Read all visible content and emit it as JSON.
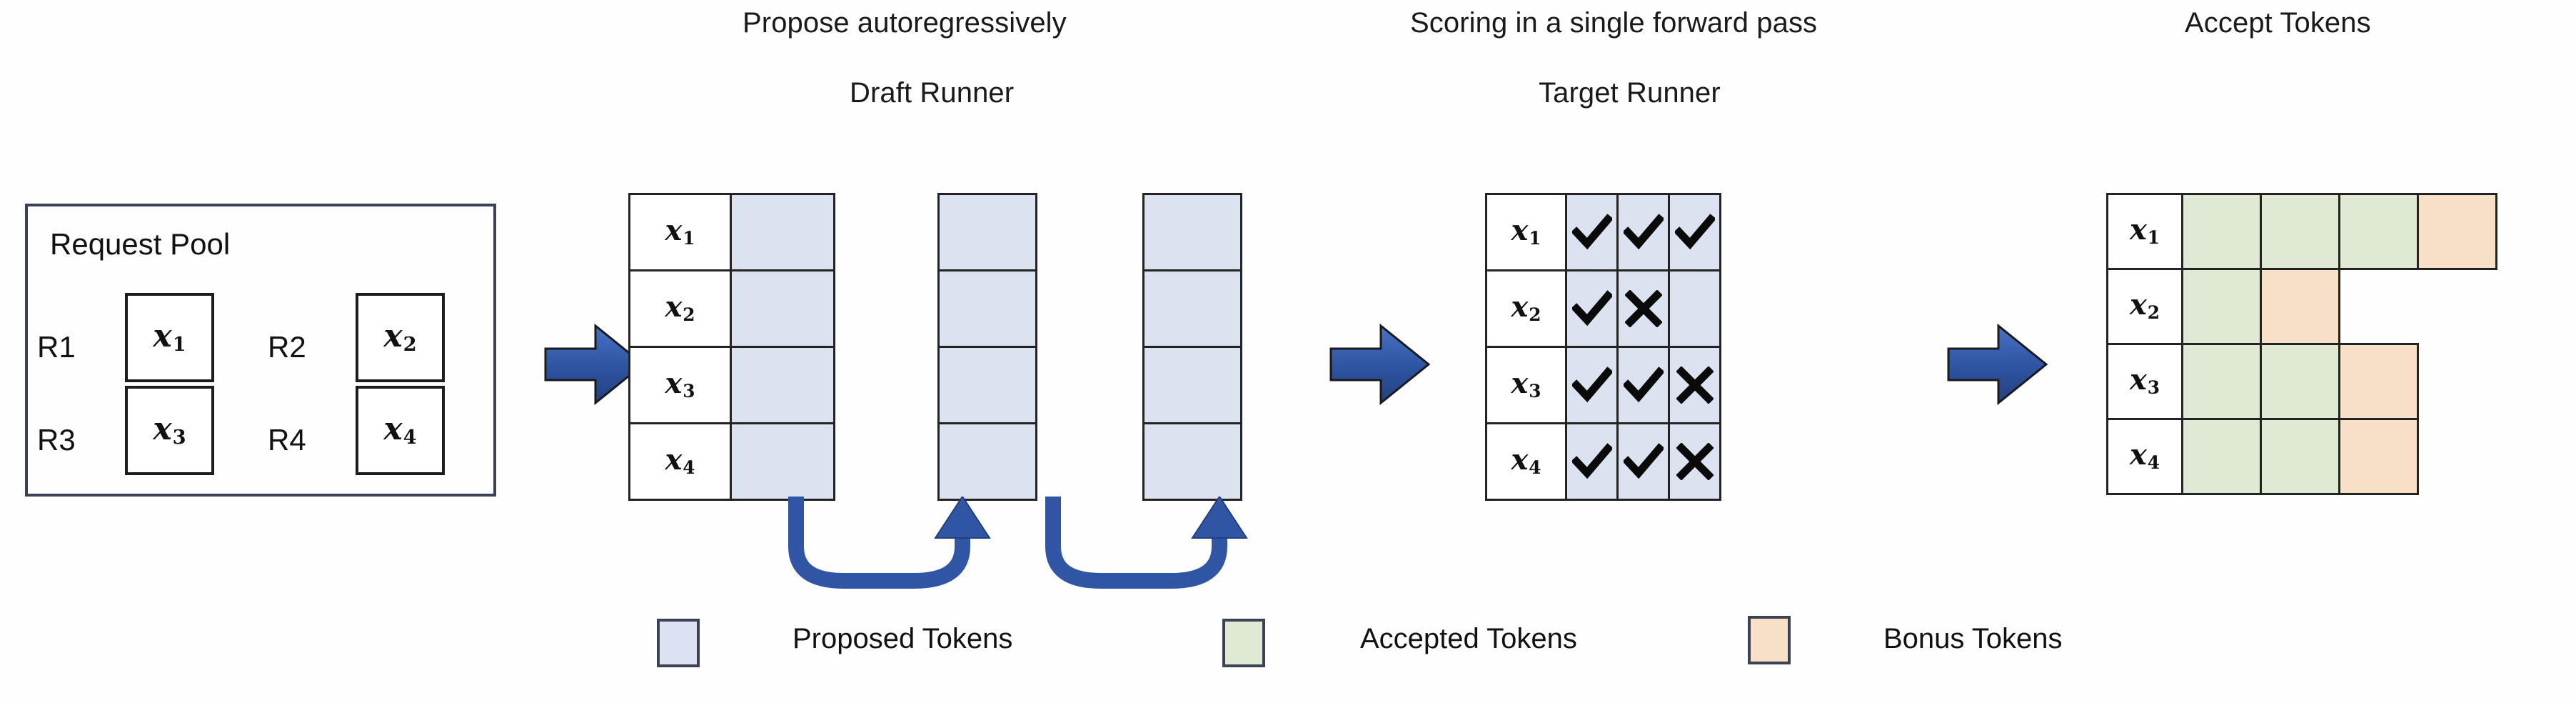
{
  "headings": {
    "propose": "Propose autoregressively",
    "draft_runner": "Draft Runner",
    "scoring": "Scoring in a single forward pass",
    "target_runner": "Target Runner",
    "accept": "Accept Tokens"
  },
  "request_pool": {
    "title": "Request Pool",
    "requests": [
      {
        "label": "R1",
        "token": "x",
        "sub": "1"
      },
      {
        "label": "R2",
        "token": "x",
        "sub": "2"
      },
      {
        "label": "R3",
        "token": "x",
        "sub": "3"
      },
      {
        "label": "R4",
        "token": "x",
        "sub": "4"
      }
    ]
  },
  "rows": [
    {
      "token": "x",
      "sub": "1"
    },
    {
      "token": "x",
      "sub": "2"
    },
    {
      "token": "x",
      "sub": "3"
    },
    {
      "token": "x",
      "sub": "4"
    }
  ],
  "draft_runner": {
    "steps": 3,
    "rows": 4,
    "cell_state": "proposed"
  },
  "target_runner": {
    "matrix": [
      [
        "check",
        "check",
        "check"
      ],
      [
        "check",
        "cross",
        "blank"
      ],
      [
        "check",
        "check",
        "cross"
      ],
      [
        "check",
        "check",
        "cross"
      ]
    ]
  },
  "accept_tokens": {
    "matrix": [
      [
        "accepted",
        "accepted",
        "accepted",
        "bonus"
      ],
      [
        "accepted",
        "bonus",
        "none",
        "none"
      ],
      [
        "accepted",
        "accepted",
        "bonus",
        "none"
      ],
      [
        "accepted",
        "accepted",
        "bonus",
        "none"
      ]
    ]
  },
  "legend": [
    {
      "swatch": "proposed",
      "label": "Proposed Tokens"
    },
    {
      "swatch": "accepted",
      "label": "Accepted Tokens"
    },
    {
      "swatch": "bonus",
      "label": "Bonus Tokens"
    }
  ],
  "icons": {
    "check": "check-mark-icon",
    "cross": "cross-mark-icon",
    "flow_arrow": "right-block-arrow-icon",
    "loop_arrow": "u-turn-arrow-icon"
  },
  "colors": {
    "proposed": "#dbe2f0",
    "accepted": "#dfe9d4",
    "bonus": "#f8e0c8",
    "arrow_blue": "#2f55a4",
    "border": "#232323"
  }
}
